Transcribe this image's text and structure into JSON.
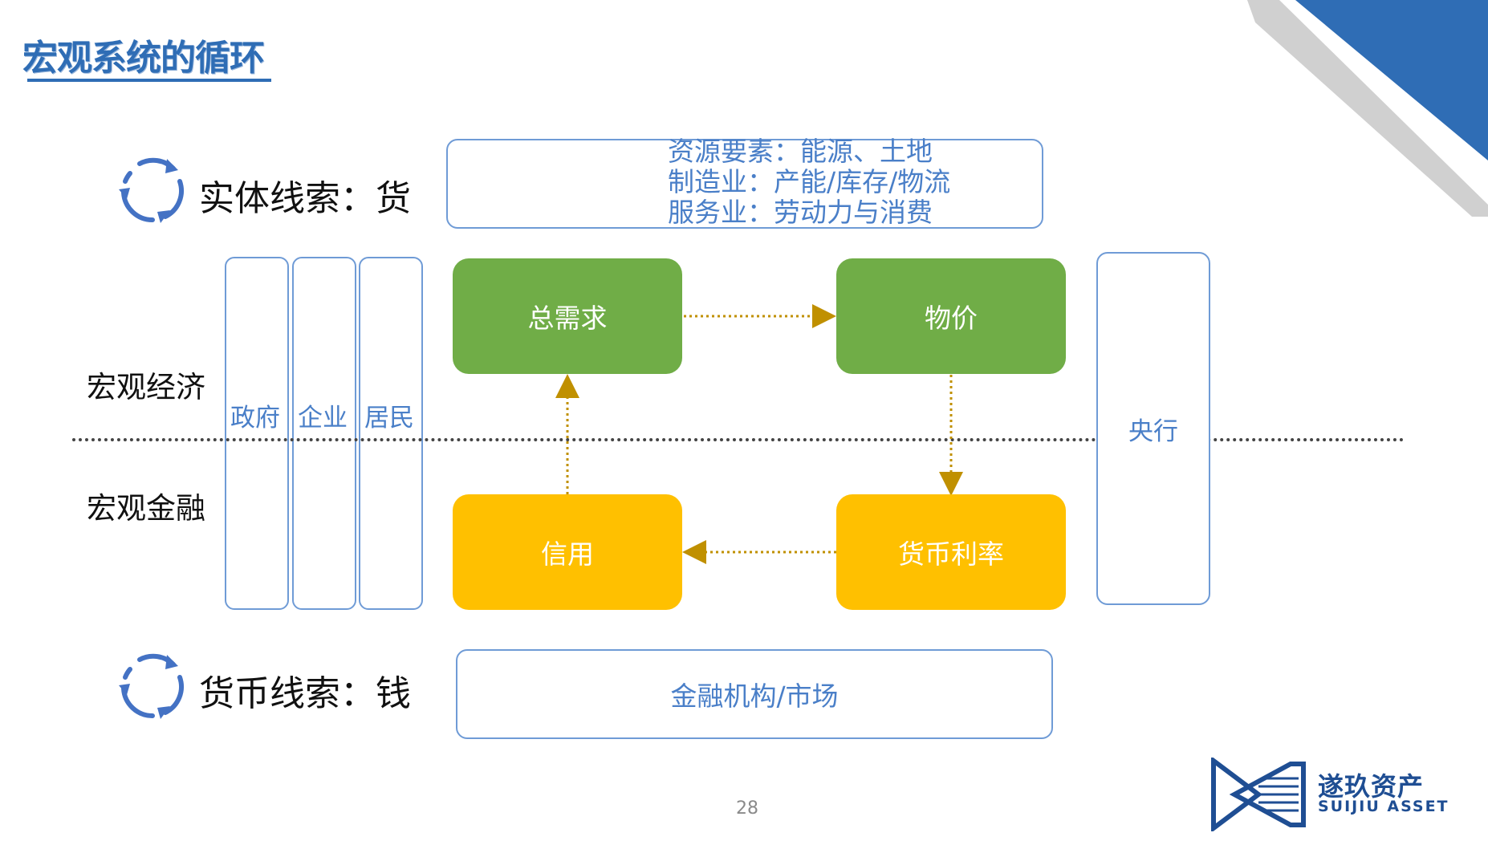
{
  "title": "宏观系统的循环",
  "page_number": "28",
  "real_clue": "实体线索：货",
  "money_clue": "货币线索：钱",
  "resources": {
    "line1": "资源要素：能源、土地",
    "line2": "制造业：产能/库存/物流",
    "line3": "服务业：劳动力与消费"
  },
  "financial_market": "金融机构/市场",
  "actors": [
    "政府",
    "企业",
    "居民"
  ],
  "central_bank": "央行",
  "side_labels": {
    "macro_economy": "宏观经济",
    "macro_finance": "宏观金融"
  },
  "nodes": {
    "aggregate_demand": "总需求",
    "price": "物价",
    "credit": "信用",
    "money_rate": "货币利率"
  },
  "logo": {
    "name": "遂玖资产",
    "sub": "SUIJIU ASSET"
  },
  "colors": {
    "brand_blue": "#2F6DB5",
    "outline_blue": "#6F9BD6",
    "green": "#70AD47",
    "yellow": "#FFC000",
    "arrow": "#C09000"
  }
}
